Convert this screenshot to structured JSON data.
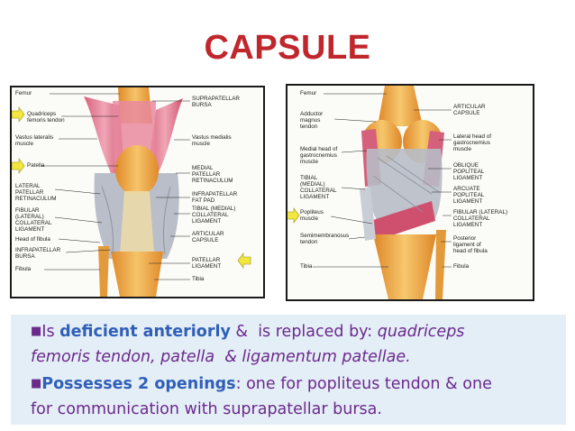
{
  "title": "CAPSULE",
  "left_figure": {
    "labels_left": [
      "Femur",
      "Quadriceps\nfemoris tendon",
      "Vastus lateralis\nmuscle",
      "Patella",
      "LATERAL\nPATELLAR\nRETINACULUM",
      "FIBULAR\n(LATERAL)\nCOLLATERAL\nLIGAMENT",
      "Head of fibula",
      "INFRAPATELLAR\nBURSA",
      "Fibula"
    ],
    "labels_right": [
      "SUPRAPATELLAR\nBURSA",
      "Vastus medialis\nmuscle",
      "MEDIAL\nPATELLAR\nRETINACULUM",
      "INFRAPATELLAR\nFAT PAD",
      "TIBIAL (MEDIAL)\nCOLLATERAL\nLIGAMENT",
      "ARTICULAR\nCAPSULE",
      "PATELLAR\nLIGAMENT",
      "Tibia"
    ]
  },
  "right_figure": {
    "labels_left": [
      "Femur",
      "Adductor\nmagnus\ntendon",
      "Medial head of\ngastrocnemius\nmuscle",
      "TIBIAL\n(MEDIAL)\nCOLLATERAL\nLIGAMENT",
      "Popliteus\nmuscle",
      "Semimembranosus\ntendon",
      "Tibia"
    ],
    "labels_right": [
      "ARTICULAR\nCAPSULE",
      "Lateral head of\ngastrocnemius\nmuscle",
      "OBLIQUE\nPOPLITEAL\nLIGAMENT",
      "ARCUATE\nPOPLITEAL\nLIGAMENT",
      "FIBULAR (LATERAL)\nCOLLATERAL\nLIGAMENT",
      "Posterior\nligament of\nhead of fibula",
      "Fibula"
    ]
  },
  "text": {
    "b1_lead": "Is ",
    "b1_key": "deficient anteriorly",
    "b1_mid": " &  is replaced by: ",
    "b1_it1": "quadriceps",
    "b1_it2": "femoris tendon, patella  & ligamentum patellae.",
    "b2_key": "Possesses 2 openings",
    "b2_rest": ": one for popliteus tendon & one",
    "b2_cont": "for communication with suprapatellar bursa."
  },
  "colors": {
    "title": "#c0272d",
    "keyword": "#2f5fb8",
    "text": "#6a2a8c",
    "textbox_bg": "#e4eef7",
    "arrow": "#f2e640"
  }
}
